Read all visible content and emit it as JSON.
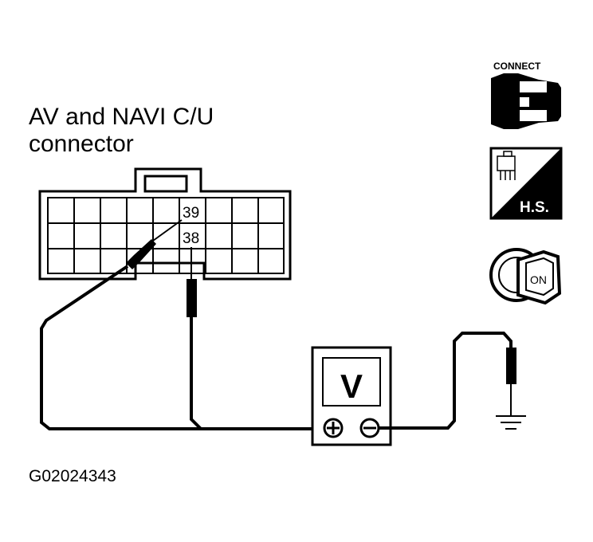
{
  "title_line1": "AV and NAVI C/U",
  "title_line2": "connector",
  "pins": {
    "upper": "39",
    "lower": "38"
  },
  "meter": {
    "symbol": "V",
    "positive": "+",
    "negative": "−"
  },
  "icons": {
    "connect_label": "CONNECT",
    "harness_side_label": "H.S.",
    "ignition_label": "ON"
  },
  "figure_code": "G02024343"
}
